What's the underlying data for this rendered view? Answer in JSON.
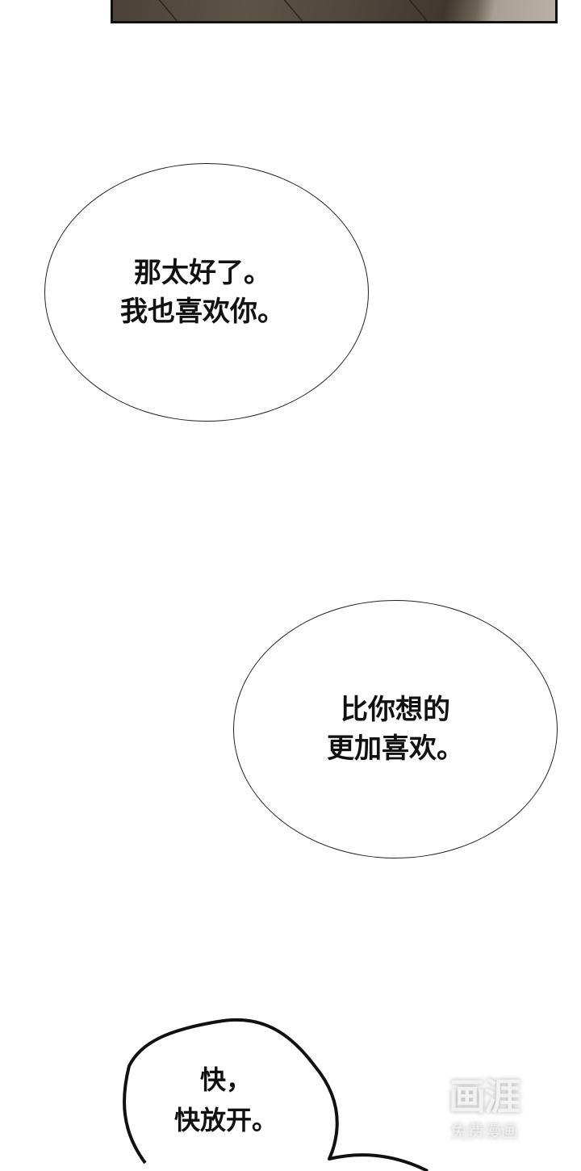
{
  "panels": {
    "top_panel": {
      "description": "dark wooden floor panel edge"
    }
  },
  "bubbles": [
    {
      "lines": [
        "那太好了。",
        "我也喜欢你。"
      ]
    },
    {
      "lines": [
        "比你想的",
        "更加喜欢。"
      ]
    },
    {
      "lines": [
        "快，",
        "快放开。"
      ]
    }
  ],
  "watermark": {
    "logo": "画涯",
    "subtitle": "免费漫画"
  },
  "colors": {
    "background": "#ffffff",
    "ink": "#111111",
    "panel_wood": "#4f463c"
  }
}
